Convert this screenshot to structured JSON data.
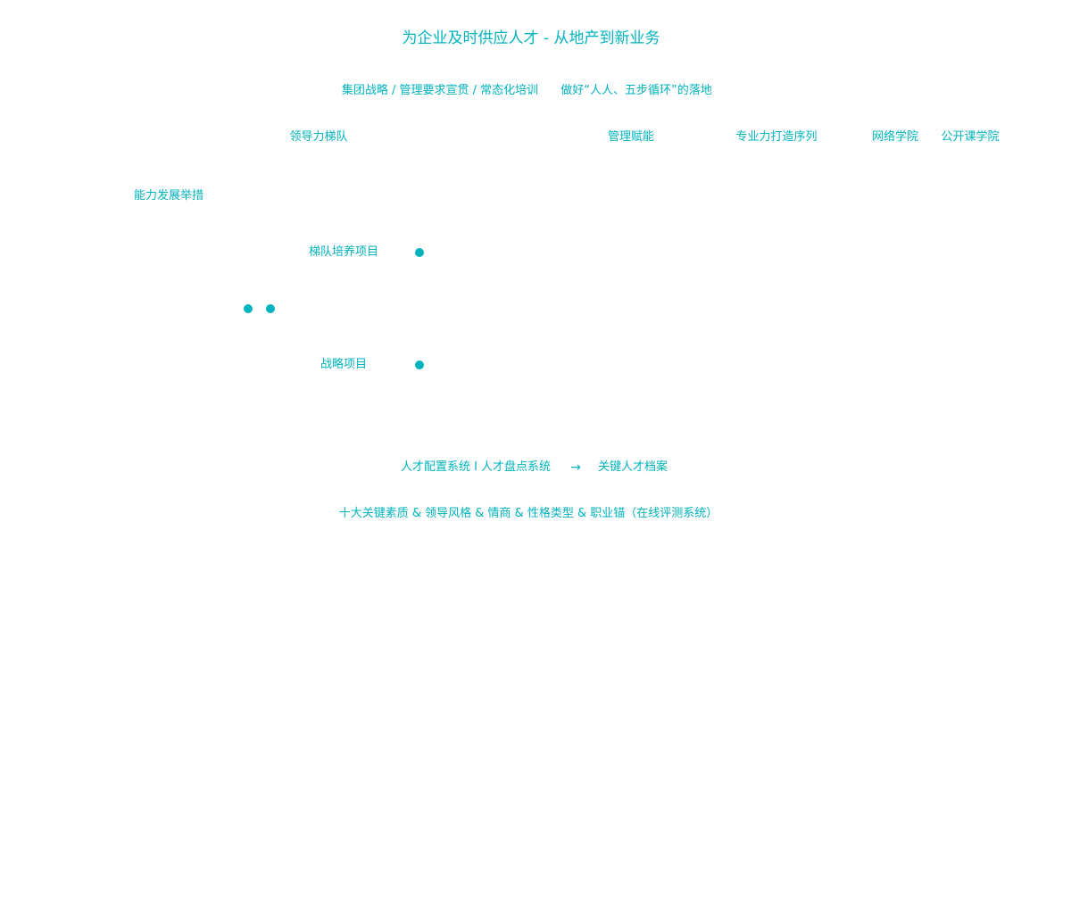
{
  "accent_color": "#00b3bd",
  "header": {
    "title": "为企业及时供应人才 - 从地产到新业务",
    "subtitle_left": "集团战略 / 管理要求宣贯 / 常态化培训",
    "subtitle_right": "做好“人人、五步循环”的落地"
  },
  "columns": {
    "leadership": "领导力梯队",
    "management": "管理赋能",
    "professional": "专业力打造序列",
    "online_academy": "网络学院",
    "open_course_academy": "公开课学院"
  },
  "row_label": "能力发展举措",
  "leadership_items": {
    "pipeline_project": "梯队培养项目",
    "strategy_project": "战略项目"
  },
  "footer": {
    "systems_left": "人才配置系统 I 人才盘点系统",
    "arrow": "→",
    "systems_right": "关键人才档案",
    "assessment": "十大关键素质 & 领导风格  & 情商 & 性格类型 & 职业锚（在线评测系统）"
  }
}
